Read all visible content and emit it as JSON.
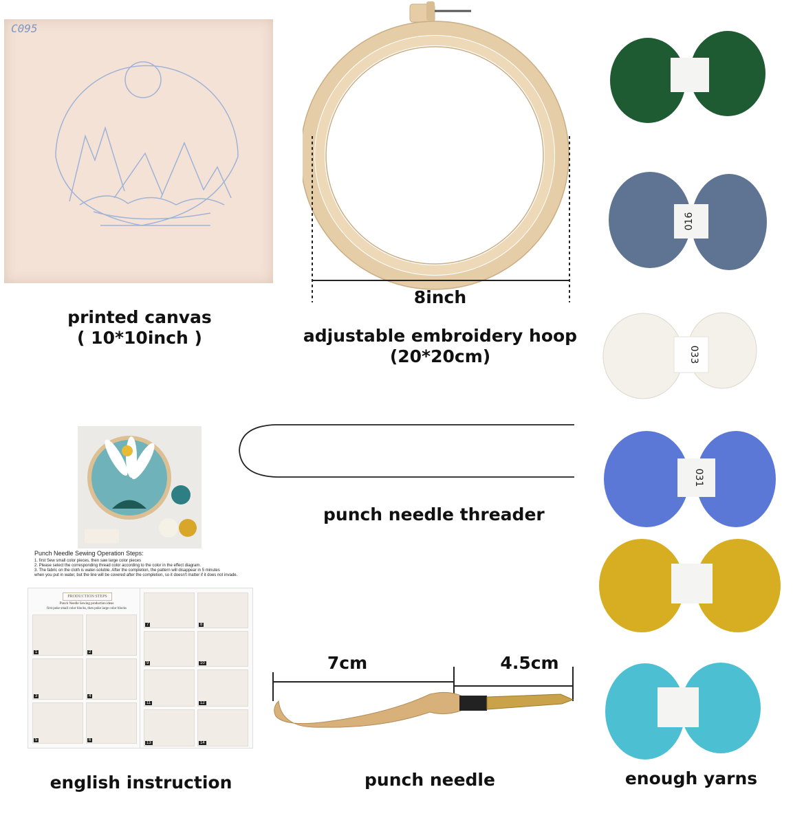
{
  "canvas": {
    "code": "C095",
    "label_line1": "printed canvas",
    "label_line2": "( 10*10inch )"
  },
  "hoop": {
    "dimension": "8inch",
    "label_line1": "adjustable embroidery hoop",
    "label_line2": "(20*20cm)"
  },
  "yarns": {
    "label": "enough yarns",
    "items": [
      {
        "color": "#1e5a32",
        "tag": ""
      },
      {
        "color": "#5f7393",
        "tag": "016"
      },
      {
        "color": "#f4f1ea",
        "tag": "033"
      },
      {
        "color": "#5b78d6",
        "tag": "031"
      },
      {
        "color": "#d7ae22",
        "tag": ""
      },
      {
        "color": "#4cbfd2",
        "tag": ""
      }
    ]
  },
  "threader": {
    "label": "punch needle threader"
  },
  "instruction": {
    "title": "Punch Needle Sewing Operation Steps:",
    "steps": [
      "1. first Sew small color pieces, then saw large color pieces",
      "2. Please select the corresponding thread color according to the color in the effect diagram.",
      "3. The fabric on the cloth is water-soluble. After the completion, the pattern will disappear in 5 minutes",
      "when you put in water, but the line will be covered after the completion, so it doesn't matter if it does not invade."
    ],
    "sheet_heading": "PRODUCTION STEPS",
    "sheet_subtitle": "Punch Needle Sewing production ideas",
    "sheet_subtitle2": "first poke small color blocks, then poke large color blocks",
    "step_numbers": [
      "1",
      "2",
      "3",
      "4",
      "5",
      "6",
      "7",
      "8",
      "9",
      "10",
      "11",
      "12",
      "13",
      "14"
    ],
    "label": "english instruction"
  },
  "needle": {
    "handle_length": "7cm",
    "tip_length": "4.5cm",
    "label": "punch needle"
  }
}
